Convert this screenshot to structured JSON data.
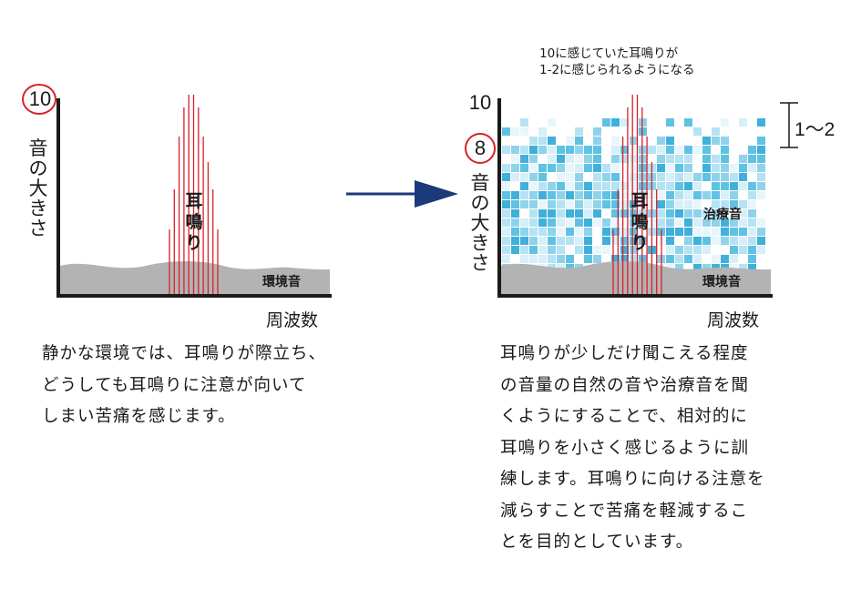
{
  "left": {
    "y_top_value": "10",
    "y_label": [
      "音",
      "の",
      "大",
      "き",
      "さ"
    ],
    "tinnitus_label": [
      "耳",
      "鳴",
      "り"
    ],
    "environment_label": "環境音",
    "x_label": "周波数",
    "description": [
      "静かな環境では、耳鳴りが際立ち、",
      "どうしても耳鳴りに注意が向いて",
      "しまい苦痛を感じます。"
    ]
  },
  "right": {
    "caption": [
      "10に感じていた耳鳴りが",
      "1-2に感じられるようになる"
    ],
    "y_top_value": "10",
    "y_mark_value": "8",
    "bracket_label": "1〜2",
    "y_label": [
      "音",
      "の",
      "大",
      "き",
      "さ"
    ],
    "tinnitus_label": [
      "耳",
      "鳴",
      "り"
    ],
    "therapy_label": "治療音",
    "environment_label": "環境音",
    "x_label": "周波数",
    "description": [
      "耳鳴りが少しだけ聞こえる程度",
      "の音量の自然の音や治療音を聞",
      "くようにすることで、相対的に",
      "耳鳴りを小さく感じるように訓",
      "練します。耳鳴りに向ける注意を",
      "減らすことで苦痛を軽減するこ",
      "とを目的としています。"
    ]
  },
  "colors": {
    "tinnitus_line": "#d9202a",
    "mark_ring": "#d9202a",
    "environment_fill": "#b3b3b3",
    "therapy_tiles": [
      "#8fd3ea",
      "#b5e3f3",
      "#5fc2e3",
      "#d6eff8",
      "#3fb0d9",
      "#e8f6fb"
    ],
    "arrow": "#1a3a7a",
    "axis": "#1a1a1a"
  }
}
